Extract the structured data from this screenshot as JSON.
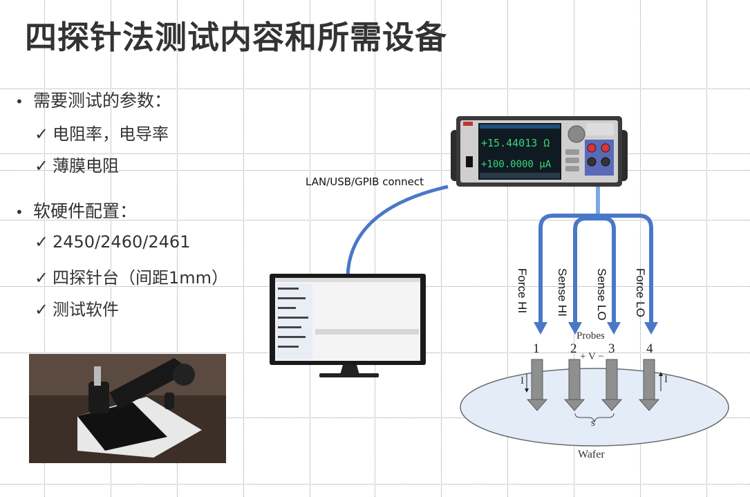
{
  "title": "四探针法测试内容和所需设备",
  "sections": [
    {
      "bullet": "•",
      "label": "需要测试的参数：",
      "items": [
        "电阻率，电导率",
        "薄膜电阻"
      ]
    },
    {
      "bullet": "•",
      "label": "软硬件配置：",
      "items": [
        "2450/2460/2461",
        "四探针台（间距1mm）",
        "测试软件"
      ]
    }
  ],
  "check_glyph": "✓",
  "diagram": {
    "connection_label": "LAN/USB/GPIB connect",
    "display_top": "+15.44013 Ω",
    "display_bottom": "+100.0000 μA",
    "probe_labels": [
      "Force HI",
      "Sense HI",
      "Sense LO",
      "Force LO"
    ],
    "probes_title": "Probes",
    "probe_numbers": [
      "1",
      "2",
      "3",
      "4"
    ],
    "voltage_label": "+ V −",
    "current_label": "I",
    "spacing_label": "s",
    "wafer_label": "Wafer"
  },
  "colors": {
    "cable_blue": "#4a78c8",
    "display_green": "#3cd67a",
    "wafer_fill": "#e3ecf7",
    "probe_gray": "#8f8f8f"
  }
}
